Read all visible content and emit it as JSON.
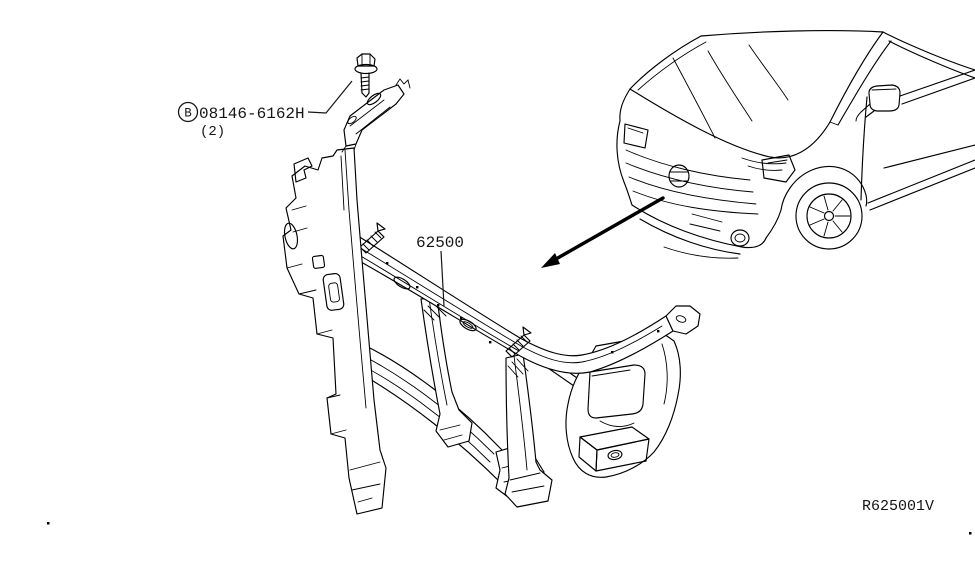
{
  "colors": {
    "background": "#ffffff",
    "ink": "#000000",
    "text": "#161616"
  },
  "callouts": {
    "bolt": {
      "badge_letter": "B",
      "part_number": "08146-6162H",
      "quantity": "(2)"
    },
    "core_support": {
      "part_number": "62500"
    }
  },
  "footer": {
    "reference_code": "R625001V"
  }
}
